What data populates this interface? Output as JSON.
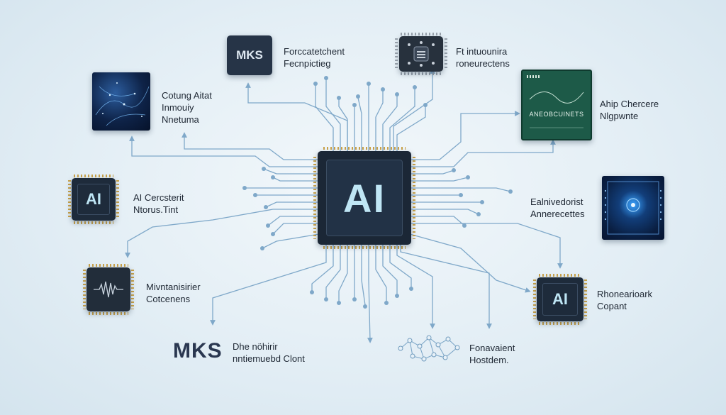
{
  "center_chip": {
    "label": "AI"
  },
  "nodes": [
    {
      "id": "mks-top",
      "chip_text": "MKS",
      "lines": [
        "Forccatetchent",
        "Fecnpictieg"
      ]
    },
    {
      "id": "cpu-top",
      "lines": [
        "Ft intuounira",
        "roneurectens"
      ]
    },
    {
      "id": "space-panel",
      "lines": [
        "Cotung Aitat",
        "Inmouiy",
        "Nnetuma"
      ]
    },
    {
      "id": "green-board",
      "board_text": "ANEOBCUINETS",
      "lines": [
        "Ahip Chercere",
        "Nlgpwnte"
      ]
    },
    {
      "id": "ai-left",
      "chip_text": "AI",
      "lines": [
        "AI Cercsterit",
        "Ntorus.Tint"
      ]
    },
    {
      "id": "blue-board",
      "lines": [
        "Ealnivedorist",
        "Annerecettes"
      ]
    },
    {
      "id": "waveform-chip",
      "lines": [
        "Mivntanisirier",
        "Cotcenens"
      ]
    },
    {
      "id": "ai-right",
      "chip_text": "AI",
      "lines": [
        "Rhonearioark",
        "Copant"
      ]
    },
    {
      "id": "mks-bottom",
      "logo_text": "MKS",
      "lines": [
        "Dhe nöhirir",
        "nntiemuebd Clont"
      ]
    },
    {
      "id": "network",
      "lines": [
        "Fonavaient",
        "Hostdem."
      ]
    }
  ],
  "colors": {
    "line": "#7fa8c9",
    "chip_dark": "#1e2b3b",
    "chip_text": "#bfe6f5",
    "pin_gold": "#c9a24a",
    "board_green": "#1d5a48",
    "board_blue": "#0d2a55"
  }
}
